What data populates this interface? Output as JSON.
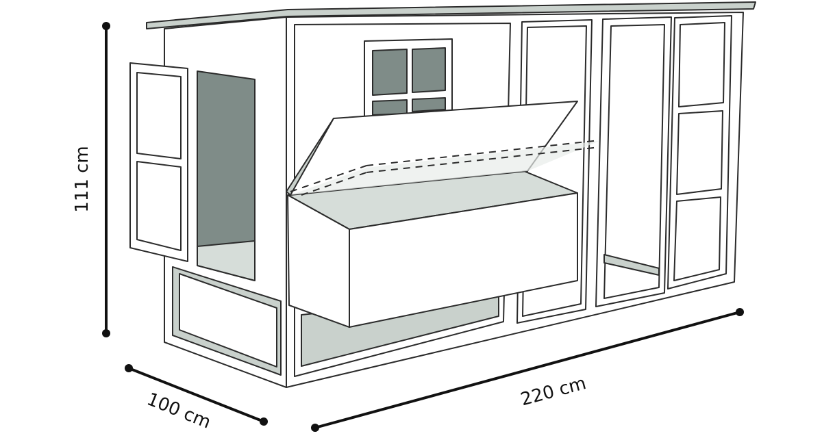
{
  "title": "Chicken coop dimensions",
  "dimensions": {
    "height": "111 cm",
    "depth": "100 cm",
    "width": "220 cm"
  },
  "colors": {
    "line": "#2b2b2b",
    "glass": "#7f8c88",
    "light_fill": "#d6ddd9",
    "edge": "#c9d1cc"
  }
}
